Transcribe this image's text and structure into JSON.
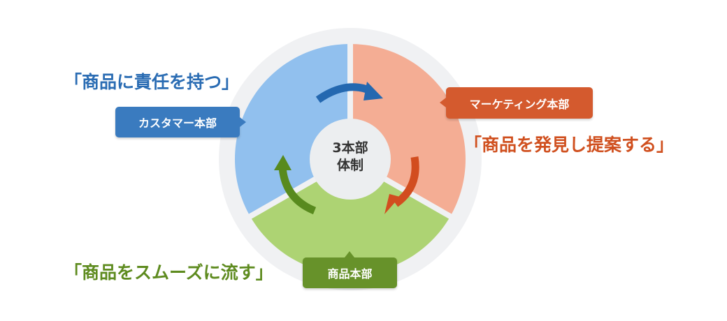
{
  "center": {
    "line1": "3本部",
    "line2": "体制"
  },
  "departments": [
    {
      "name": "カスタマー本部",
      "tagline": "「商品に責任を持つ」",
      "color": "#3a7bbf",
      "segment_color": "#91c0ee"
    },
    {
      "name": "マーケティング本部",
      "tagline": "「商品を発見し提案する」",
      "color": "#d45a2e",
      "segment_color": "#f4ad94"
    },
    {
      "name": "商品本部",
      "tagline": "「商品をスムーズに流す」",
      "color": "#67922a",
      "segment_color": "#add373"
    }
  ],
  "colors": {
    "ring": "#f0f1f3",
    "center": "#eceef0"
  }
}
